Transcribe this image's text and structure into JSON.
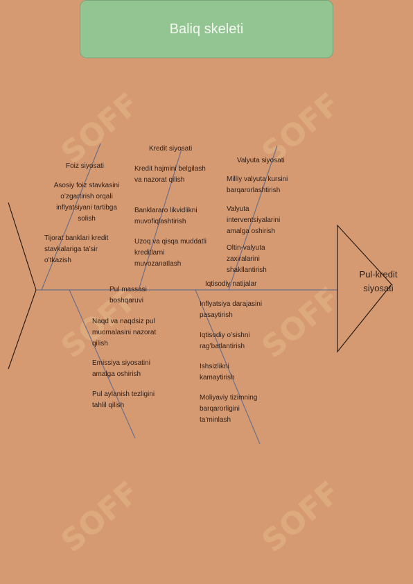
{
  "title": "Baliq skeleti",
  "head": "Pul-kredit siyosati",
  "branches": {
    "foiz": {
      "header": "Foiz siyosati",
      "items": [
        "Asosiy foiz stavkasini o’zgartirish orqali inflyatsiyani tartibga solish",
        "Tijorat banklari kredit stavkalariga ta’sir o’tkazish"
      ]
    },
    "kredit": {
      "header": "Kredit siyosati",
      "items": [
        "Kredit hajmini belgilash va nazorat qilish",
        "Banklararo likvidlikni muvofiqlashtirish",
        "Uzoq va qisqa muddatli kreditlarni muvozanatlash"
      ]
    },
    "valyuta": {
      "header": "Valyuta siyosati",
      "items": [
        "Milliy valyuta kursini barqarorlashtirish",
        "Valyuta interventsiyalarini amalga oshirish",
        "Oltin-valyuta zaxiralarini shakllantirish"
      ]
    },
    "pul": {
      "header": "Pul massasi boshqaruvi",
      "items": [
        "Naqd va naqdsiz pul muomalasini nazorat qilish",
        "Emissiya siyosatini amalga oshirish",
        "Pul aylanish tezligini tahlil qilish"
      ]
    },
    "iqtisodiy": {
      "header": "Iqtisodiy natijalar",
      "items": [
        "Inflyatsiya darajasini pasaytirish",
        "Iqtisodiy o’sishni rag’batlantirish",
        "Ishsizlikni kamaytirish",
        "Moliyaviy tizimning barqarorligini ta’minlash"
      ]
    }
  },
  "watermark": "SOFF",
  "colors": {
    "background": "#d69a73",
    "title_box": "#93c592",
    "title_text": "#f3f7f0",
    "lines": "#2b1d16"
  }
}
